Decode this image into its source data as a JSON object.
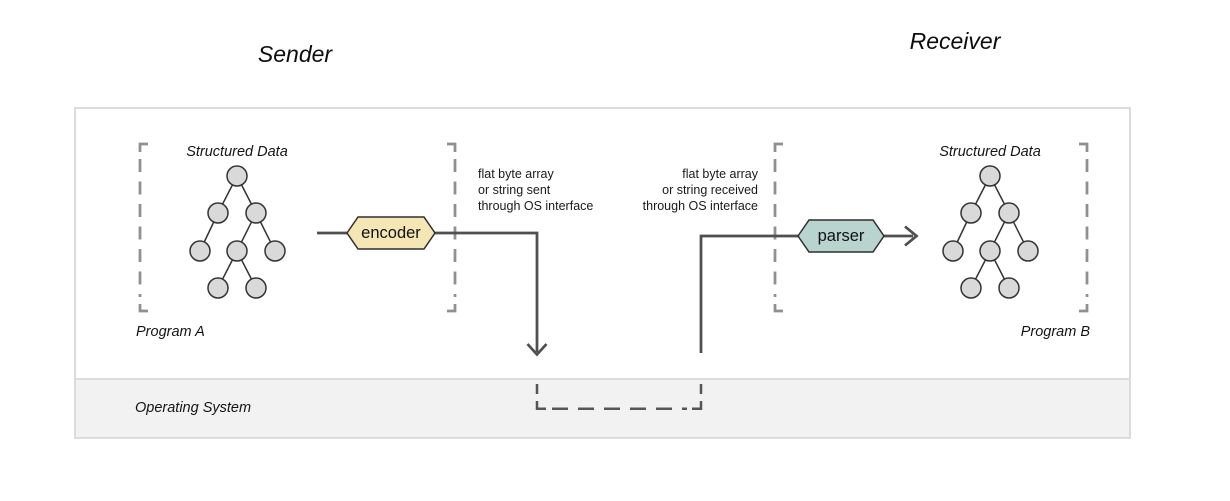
{
  "titles": {
    "sender": "Sender",
    "receiver": "Receiver"
  },
  "sender_panel": {
    "structured_data_label": "Structured Data",
    "program_label": "Program A"
  },
  "receiver_panel": {
    "structured_data_label": "Structured Data",
    "program_label": "Program B"
  },
  "encoder": {
    "label": "encoder"
  },
  "parser": {
    "label": "parser"
  },
  "annotations": {
    "sent": {
      "line1": "flat byte array",
      "line2": "or string sent",
      "line3": "through OS interface"
    },
    "received": {
      "line1": "flat byte array",
      "line2": "or string received",
      "line3": "through OS interface"
    }
  },
  "os": {
    "label": "Operating System"
  },
  "colors": {
    "encoder_fill": "#F4E6B5",
    "parser_fill": "#B9D4CE",
    "node_fill": "#D9D9D9",
    "flow_line": "#4F4F4F",
    "bracket": "#909090",
    "box_border": "#DBDBDB",
    "os_background": "#F2F2F2",
    "shape_stroke": "#2F2F2F"
  }
}
